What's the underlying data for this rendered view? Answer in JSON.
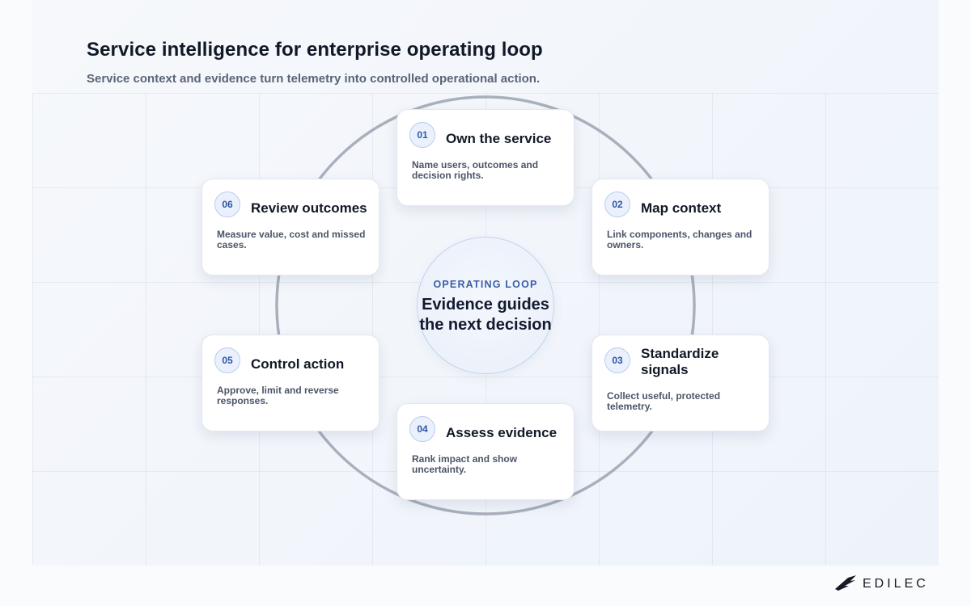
{
  "header": {
    "title": "Service intelligence for enterprise operating loop",
    "subtitle": "Service context and evidence turn telemetry into controlled operational action."
  },
  "hub": {
    "kicker": "OPERATING LOOP",
    "text": "Evidence guides the next decision"
  },
  "steps": [
    {
      "number": "01",
      "title": "Own the service",
      "description": "Name users, outcomes and decision rights."
    },
    {
      "number": "02",
      "title": "Map context",
      "description": "Link components, changes and owners."
    },
    {
      "number": "03",
      "title": "Standardize signals",
      "description": "Collect useful, protected telemetry."
    },
    {
      "number": "04",
      "title": "Assess evidence",
      "description": "Rank impact and show uncertainty."
    },
    {
      "number": "05",
      "title": "Control action",
      "description": "Approve, limit and reverse responses."
    },
    {
      "number": "06",
      "title": "Review outcomes",
      "description": "Measure value, cost and missed cases."
    }
  ],
  "brand": {
    "name": "EDILEC",
    "logo_icon": "bird-wing-icon"
  },
  "colors": {
    "accent": "#3b5ea8",
    "ring": "#a9b0bd",
    "title": "#111827",
    "subtitle": "#5a6578"
  }
}
